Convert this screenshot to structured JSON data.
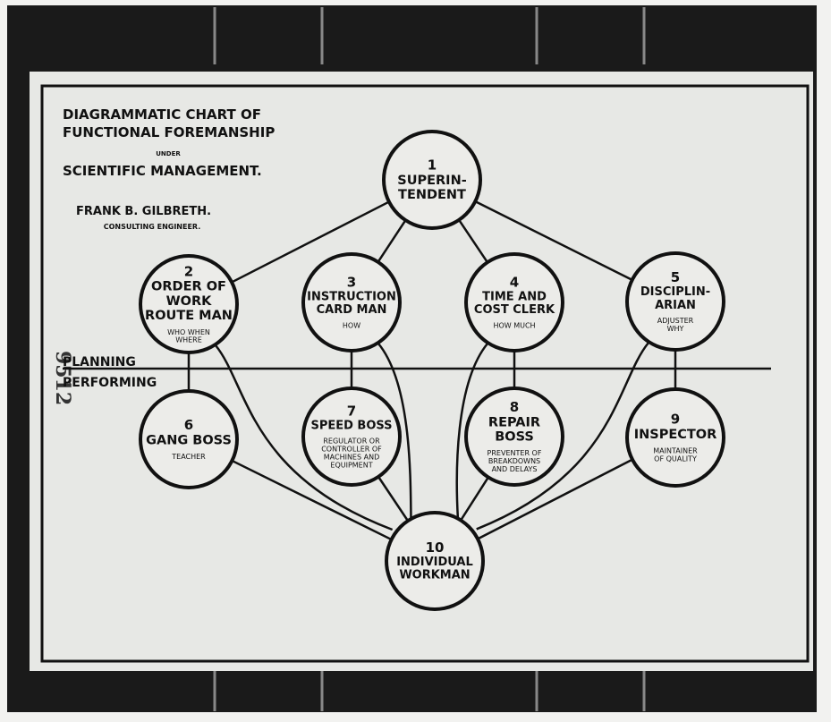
{
  "header": {
    "line1": "DIAGRAMMATIC CHART OF",
    "line2": "FUNCTIONAL FOREMANSHIP",
    "line3": "UNDER",
    "line4": "SCIENTIFIC MANAGEMENT.",
    "author": "FRANK B. GILBRETH.",
    "author_title": "CONSULTING ENGINEER."
  },
  "divider": {
    "upper_label": "PLANNING",
    "lower_label": "PERFORMING"
  },
  "side_mark": "9512",
  "nodes": [
    {
      "id": "1",
      "num": "1",
      "title": [
        "SUPERIN-",
        "TENDENT"
      ],
      "sub": []
    },
    {
      "id": "2",
      "num": "2",
      "title": [
        "ORDER OF",
        "WORK",
        "ROUTE MAN"
      ],
      "sub": [
        "WHO WHEN",
        "WHERE"
      ]
    },
    {
      "id": "3",
      "num": "3",
      "title": [
        "INSTRUCTION",
        "CARD MAN"
      ],
      "sub": [
        "HOW"
      ]
    },
    {
      "id": "4",
      "num": "4",
      "title": [
        "TIME AND",
        "COST CLERK"
      ],
      "sub": [
        "HOW MUCH"
      ]
    },
    {
      "id": "5",
      "num": "5",
      "title": [
        "DISCIPLIN-",
        "ARIAN"
      ],
      "sub": [
        "ADJUSTER",
        "WHY"
      ]
    },
    {
      "id": "6",
      "num": "6",
      "title": [
        "GANG BOSS"
      ],
      "sub": [
        "TEACHER"
      ]
    },
    {
      "id": "7",
      "num": "7",
      "title": [
        "SPEED BOSS"
      ],
      "sub": [
        "REGULATOR OR",
        "CONTROLLER OF",
        "MACHINES AND",
        "EQUIPMENT"
      ]
    },
    {
      "id": "8",
      "num": "8",
      "title": [
        "REPAIR",
        "BOSS"
      ],
      "sub": [
        "PREVENTER OF",
        "BREAKDOWNS",
        "AND DELAYS"
      ]
    },
    {
      "id": "9",
      "num": "9",
      "title": [
        "INSPECTOR"
      ],
      "sub": [
        "MAINTAINER",
        "OF QUALITY"
      ]
    },
    {
      "id": "10",
      "num": "10",
      "title": [
        "INDIVIDUAL",
        "WORKMAN"
      ],
      "sub": []
    }
  ],
  "edges": [
    [
      "1",
      "2"
    ],
    [
      "1",
      "3"
    ],
    [
      "1",
      "4"
    ],
    [
      "1",
      "5"
    ],
    [
      "2",
      "6"
    ],
    [
      "3",
      "7"
    ],
    [
      "4",
      "8"
    ],
    [
      "5",
      "9"
    ],
    [
      "6",
      "10"
    ],
    [
      "7",
      "10"
    ],
    [
      "8",
      "10"
    ],
    [
      "9",
      "10"
    ],
    [
      "2",
      "10"
    ],
    [
      "3",
      "10"
    ],
    [
      "4",
      "10"
    ],
    [
      "5",
      "10"
    ]
  ]
}
